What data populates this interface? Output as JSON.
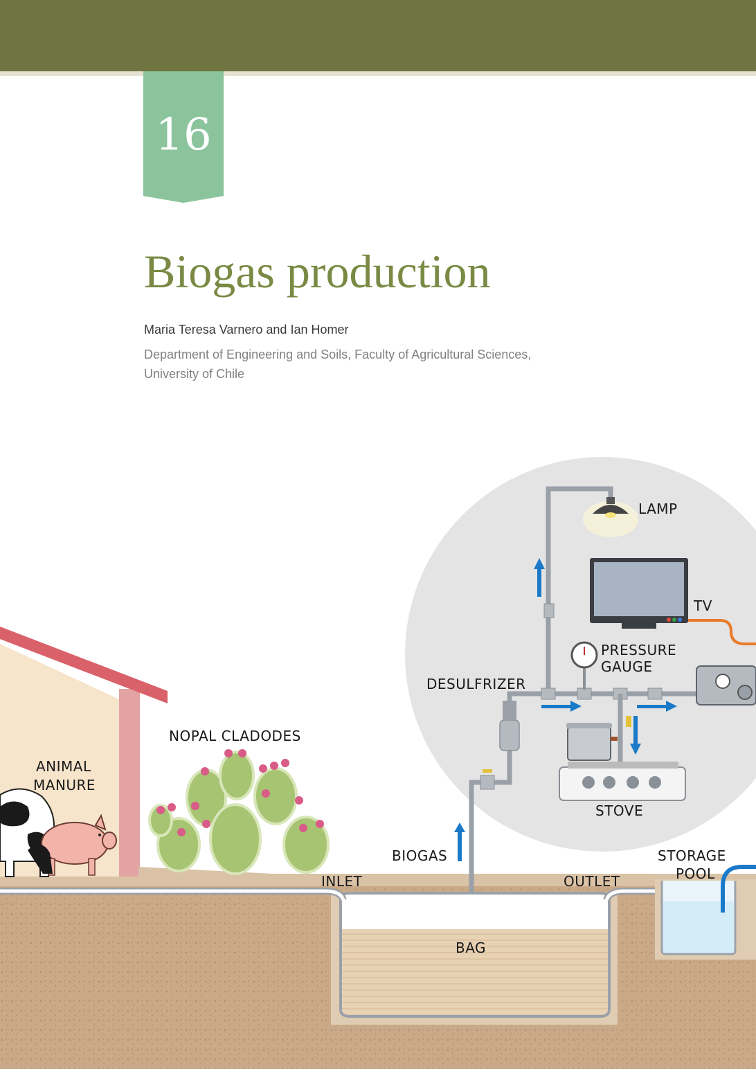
{
  "header": {
    "chapter_number": "16",
    "band_color": "#6e7540",
    "tab_color": "#8bc49c"
  },
  "title": "Biogas production",
  "authors": "Maria Teresa Varnero and Ian Homer",
  "affiliation": {
    "line1": "Department of Engineering and Soils, Faculty of Agricultural Sciences,",
    "line2": "University of Chile"
  },
  "diagram": {
    "labels": {
      "lamp": "LAMP",
      "tv": "TV",
      "pressure_gauge_1": "PRESSURE",
      "pressure_gauge_2": "GAUGE",
      "desulfrizer": "DESULFRIZER",
      "nopal_cladodes": "NOPAL CLADODES",
      "animal_manure_1": "ANIMAL",
      "animal_manure_2": "MANURE",
      "stove": "STOVE",
      "biogas": "BIOGAS",
      "storage_pool_1": "STORAGE",
      "storage_pool_2": "POOL",
      "inlet": "INLET",
      "outlet": "OUTLET",
      "bag": "BAG"
    },
    "colors": {
      "pipe": "#9aa0a8",
      "arrow": "#1a7ac8",
      "soil": "#c9a987",
      "barn_wall": "#f6e4cb",
      "barn_roof": "#d9616a",
      "cactus": "#a6c472",
      "circle": "#e4e4e4"
    },
    "icons": [
      "lamp-icon",
      "tv-icon",
      "pressure-gauge-icon",
      "desulfrizer-icon",
      "stove-icon",
      "pot-icon",
      "cactus-icon",
      "cow-icon",
      "pig-icon",
      "generator-icon",
      "arrow-up-icon",
      "arrow-right-icon",
      "arrow-down-icon"
    ]
  }
}
